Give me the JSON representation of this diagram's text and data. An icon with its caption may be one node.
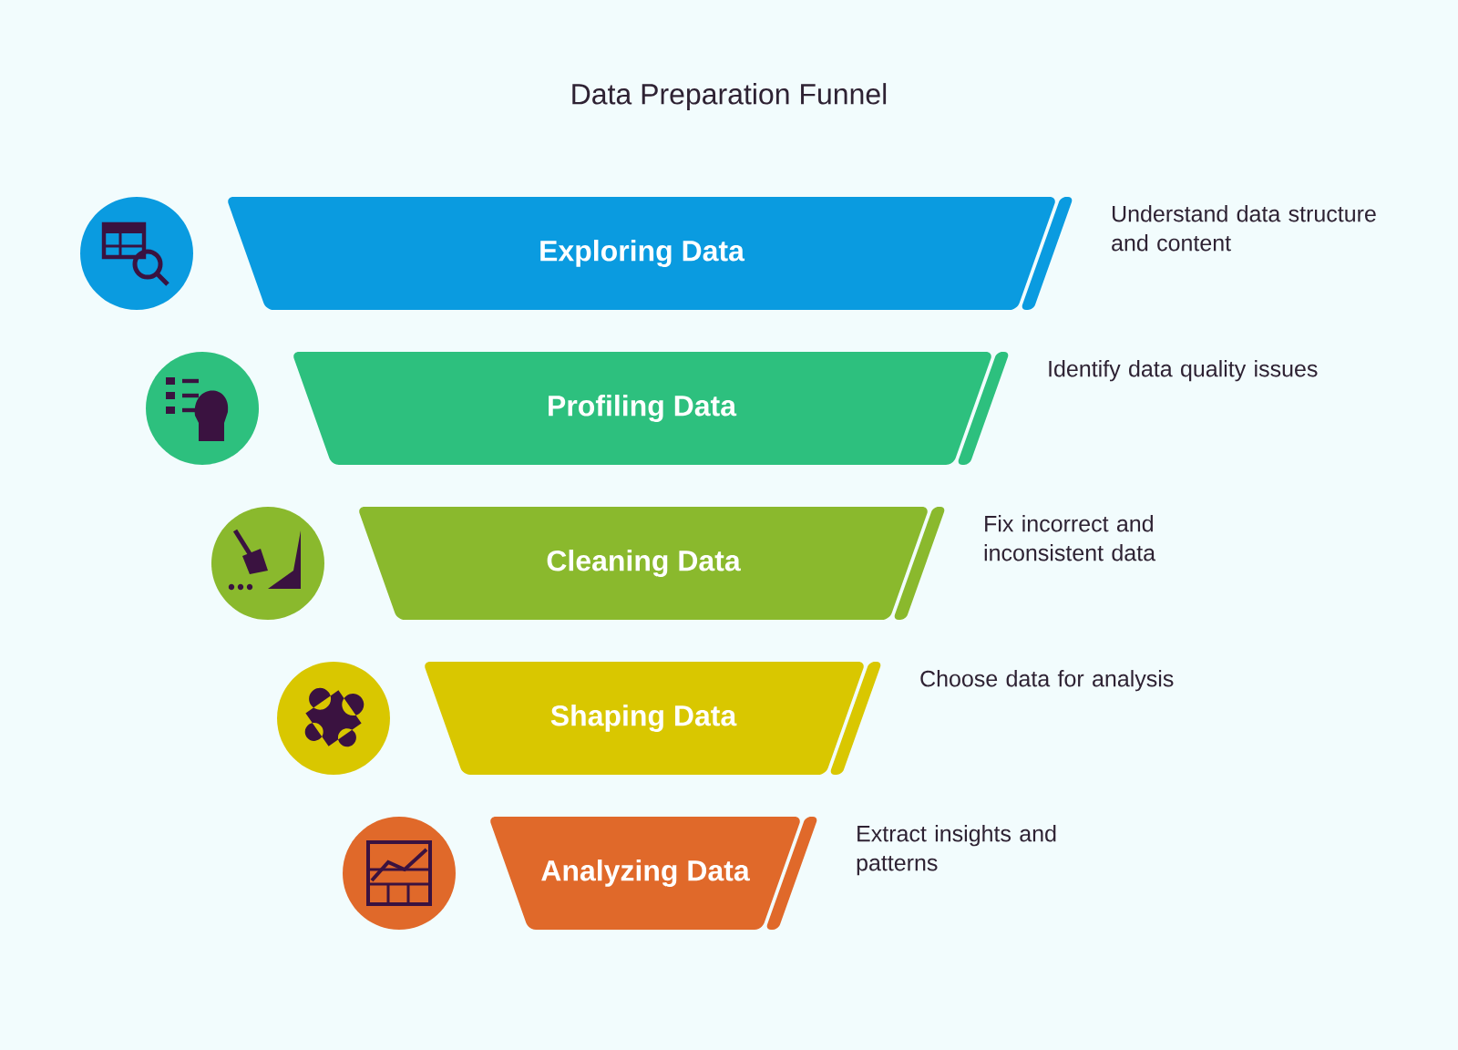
{
  "diagram": {
    "title": "Data Preparation Funnel",
    "nodes": [
      {
        "text": [
          "Exploring Data"
        ],
        "beside": [
          "Understand data structure and content"
        ]
      },
      {
        "text": [
          "Profiling Data"
        ],
        "beside": [
          "Identify data quality issues"
        ]
      },
      {
        "text": [
          "Cleaning Data"
        ],
        "beside": [
          "Fix incorrect and inconsistent data"
        ]
      },
      {
        "text": [
          "Shaping Data"
        ],
        "beside": [
          "Choose data for analysis"
        ]
      },
      {
        "text": [
          "Analyzing Data"
        ],
        "beside": [
          "Extract insights and patterns"
        ]
      }
    ]
  }
}
